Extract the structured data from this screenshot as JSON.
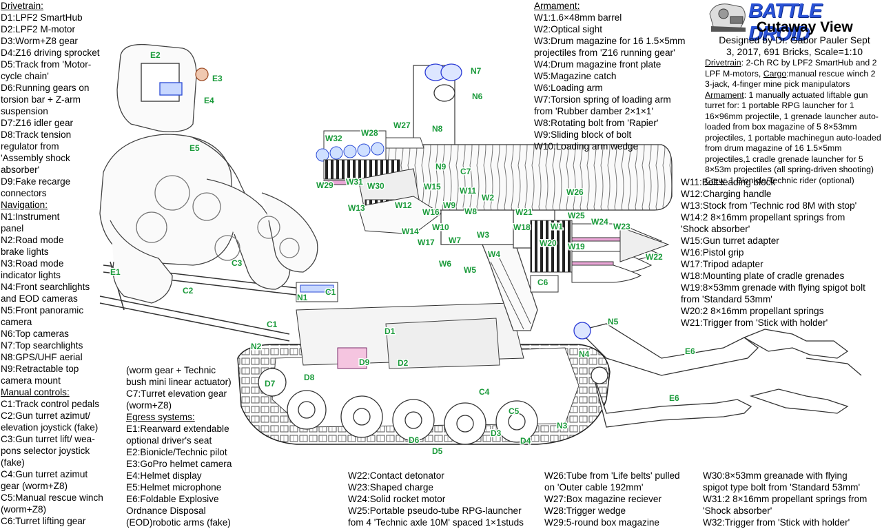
{
  "logo": {
    "title": "BATTLE DROID"
  },
  "header": {
    "subtitle": "Cutaway View",
    "credit_line1": "Designed by Dr. Gabor Pauler Sept",
    "credit_line2": "3, 2017, 691 Bricks, Scale=1:10"
  },
  "left_column": [
    {
      "t": "Drivetrain:",
      "h": true
    },
    {
      "t": "D1:LPF2 SmartHub"
    },
    {
      "t": "D2:LPF2 M-motor"
    },
    {
      "t": "D3:Worm+Z8 gear"
    },
    {
      "t": "D4:Z16 driving sprocket"
    },
    {
      "t": "D5:Track from 'Motor-"
    },
    {
      "t": "cycle chain'"
    },
    {
      "t": "D6:Running gears on"
    },
    {
      "t": "torsion bar + Z-arm"
    },
    {
      "t": "suspension"
    },
    {
      "t": "D7:Z16 idler gear"
    },
    {
      "t": "D8:Track tension"
    },
    {
      "t": "regulator from"
    },
    {
      "t": "'Assembly shock"
    },
    {
      "t": "absorber'"
    },
    {
      "t": "D9:Fake recarge"
    },
    {
      "t": "connectors"
    },
    {
      "t": "Navigation:",
      "h": true
    },
    {
      "t": "N1:Instrument"
    },
    {
      "t": "panel"
    },
    {
      "t": "N2:Road mode"
    },
    {
      "t": "brake lights"
    },
    {
      "t": "N3:Road mode"
    },
    {
      "t": "indicator lights"
    },
    {
      "t": "N4:Front searchlights"
    },
    {
      "t": "and EOD cameras"
    },
    {
      "t": "N5:Front panoramic"
    },
    {
      "t": "camera"
    },
    {
      "t": "N6:Top cameras"
    },
    {
      "t": "N7:Top searchlights"
    },
    {
      "t": "N8:GPS/UHF aerial"
    },
    {
      "t": "N9:Retractable top"
    },
    {
      "t": "camera mount"
    },
    {
      "t": "Manual controls:",
      "h": true
    },
    {
      "t": "C1:Track control pedals"
    },
    {
      "t": "C2:Gun turret azimut/"
    },
    {
      "t": "elevation joystick (fake)"
    },
    {
      "t": "C3:Gun turret lift/ wea-"
    },
    {
      "t": "pons selector joystick"
    },
    {
      "t": "(fake)"
    },
    {
      "t": "C4:Gun turret azimut"
    },
    {
      "t": "gear (worm+Z8)"
    },
    {
      "t": "C5:Manual rescue winch"
    },
    {
      "t": "(worm+Z8)"
    },
    {
      "t": "C6:Turret lifting gear"
    }
  ],
  "mid_column": [
    {
      "t": "(worm gear + Technic"
    },
    {
      "t": "bush mini linear actuator)"
    },
    {
      "t": "C7:Turret elevation gear"
    },
    {
      "t": "(worm+Z8)"
    },
    {
      "t": "Egress systems:",
      "h": true
    },
    {
      "t": "E1:Rearward extendable"
    },
    {
      "t": "optional driver's seat"
    },
    {
      "t": "E2:Bionicle/Technic pilot"
    },
    {
      "t": "E3:GoPro helmet camera"
    },
    {
      "t": "E4:Helmet display"
    },
    {
      "t": "E5:Helmet microphone"
    },
    {
      "t": "E6:Foldable Explosive"
    },
    {
      "t": "Ordnance Disposal"
    },
    {
      "t": "(EOD)robotic arms (fake)"
    }
  ],
  "armament_column": [
    {
      "t": "Armament:",
      "h": true
    },
    {
      "t": "W1:1.6×48mm barrel"
    },
    {
      "t": "W2:Optical sight"
    },
    {
      "t": "W3:Drum magazine for 16 1.5×5mm"
    },
    {
      "t": "projectiles from 'Z16 running gear'"
    },
    {
      "t": "W4:Drum magazine front plate"
    },
    {
      "t": "W5:Magazine catch"
    },
    {
      "t": "W6:Loading arm"
    },
    {
      "t": "W7:Torsion spring of loading arm"
    },
    {
      "t": "from 'Rubber damber 2×1×1'"
    },
    {
      "t": "W8:Rotating bolt from 'Rapier'"
    },
    {
      "t": "W9:Sliding block of bolt"
    },
    {
      "t": "W10:Loading arm wedge"
    }
  ],
  "description": {
    "drivetrain_label": "Drivetrain",
    "drivetrain_text": ": 2-Ch RC by LPF2 SmartHub and 2 LPF M-motors, ",
    "cargo_label": "Cargo",
    "cargo_text": ":manual rescue winch 2 3-jack, 4-finger mine pick manipulators",
    "armament_label": "Armament",
    "armament_text": ": 1 manually actuated liftable gun turret for: 1 portable RPG launcher for 1 16×96mm projectile, 1 grenade launcher auto-loaded from box magazine of 5 8×53mm projectiles, 1 portable machinegun auto-loaded from drum magazine of 16 1.5×5mm projectiles,1 cradle grenade launcher for 5 8×53m projectiles (all spring-driven shooting)",
    "crew_label": "Crew",
    "crew_text": ": 1 Bionicle/Technic rider (optional)"
  },
  "right_column": [
    {
      "t": "W11:Bolt leading block"
    },
    {
      "t": "W12:Charging handle"
    },
    {
      "t": "W13:Stock from 'Technic rod 8M with stop'"
    },
    {
      "t": "W14:2 8×16mm propellant springs from"
    },
    {
      "t": "'Shock absorber'"
    },
    {
      "t": "W15:Gun turret adapter"
    },
    {
      "t": "W16:Pistol grip"
    },
    {
      "t": "W17:Tripod adapter"
    },
    {
      "t": "W18:Mounting plate of cradle grenades"
    },
    {
      "t": "W19:8×53mm grenade with flying spigot bolt"
    },
    {
      "t": "from 'Standard 53mm'"
    },
    {
      "t": "W20:2 8×16mm propellant springs"
    },
    {
      "t": "W21:Trigger from 'Stick with holder'"
    }
  ],
  "bottom_col1": [
    {
      "t": "W22:Contact detonator"
    },
    {
      "t": "W23:Shaped charge"
    },
    {
      "t": "W24:Solid rocket motor"
    },
    {
      "t": "W25:Portable pseudo-tube RPG-launcher"
    },
    {
      "t": "fom 4 'Technic axle 10M' spaced 1×1studs"
    }
  ],
  "bottom_col2": [
    {
      "t": "W26:Tube from 'Life belts' pulled"
    },
    {
      "t": "on 'Outer cable 192mm'"
    },
    {
      "t": "W27:Box magazine reciever"
    },
    {
      "t": "W28:Trigger wedge"
    },
    {
      "t": "W29:5-round box magazine"
    }
  ],
  "bottom_col3": [
    {
      "t": "W30:8×53mm greanade with flying"
    },
    {
      "t": "spigot type bolt from 'Standard 53mm'"
    },
    {
      "t": "W31:2 8×16mm propellant springs from"
    },
    {
      "t": "'Shock absorber'"
    },
    {
      "t": "W32:Trigger from 'Stick with holder'"
    }
  ],
  "diagram_labels": [
    "E2",
    "E3",
    "E4",
    "E5",
    "E1",
    "C2",
    "C3",
    "N1",
    "C1",
    "C1",
    "N2",
    "D7",
    "D8",
    "D9",
    "D2",
    "D1",
    "C4",
    "C5",
    "D3",
    "D4",
    "D6",
    "D5",
    "N3",
    "N4",
    "N5",
    "E6",
    "E6",
    "C6",
    "N7",
    "N6",
    "N8",
    "W32",
    "W28",
    "W27",
    "W29",
    "W31",
    "W30",
    "W13",
    "W12",
    "W14",
    "W15",
    "W16",
    "W9",
    "W10",
    "W17",
    "W7",
    "W6",
    "W5",
    "W4",
    "W3",
    "W2",
    "W11",
    "W8",
    "C7",
    "N9",
    "W26",
    "W25",
    "W24",
    "W23",
    "W22",
    "W21",
    "W18",
    "W1",
    "W20",
    "W19"
  ],
  "colors": {
    "label_green": "#1a9a3a",
    "logo_blue": "#2a52d6"
  }
}
